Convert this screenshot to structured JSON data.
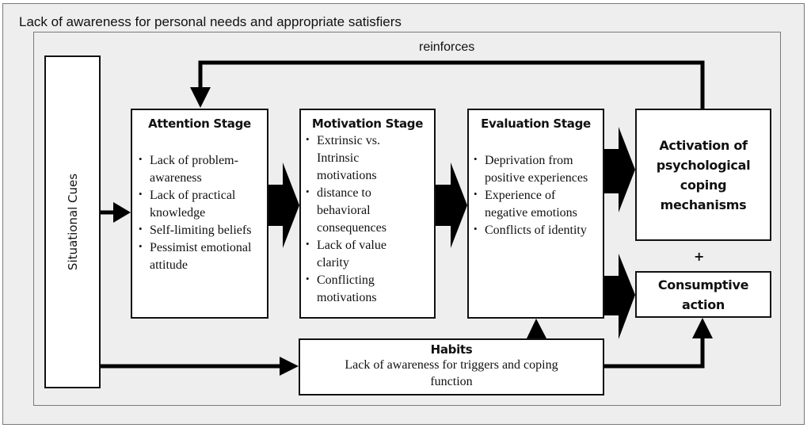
{
  "outer": {
    "title": "Lack of awareness for personal needs and appropriate satisfiers"
  },
  "situational_cues": {
    "label": "Situational Cues"
  },
  "feedback": {
    "label": "reinforces"
  },
  "stages": [
    {
      "title": "Attention Stage",
      "items": [
        "Lack of problem-awareness",
        "Lack of practical knowledge",
        "Self-limiting beliefs",
        "Pessimist emotional attitude"
      ]
    },
    {
      "title": "Motivation Stage",
      "items": [
        "Extrinsic vs. Intrinsic motivations",
        "distance to behavioral consequences",
        "Lack of value clarity",
        "Conflicting motivations"
      ]
    },
    {
      "title": "Evaluation Stage",
      "items": [
        "Deprivation from positive experiences",
        "Experience of negative emotions",
        "Conflicts of identity"
      ]
    }
  ],
  "outcomes": {
    "activation": "Activation of psychological coping mechanisms",
    "plus": "+",
    "consumptive": "Consumptive action"
  },
  "habits": {
    "title": "Habits",
    "text": "Lack of awareness for triggers and coping function"
  },
  "colors": {
    "background": "#eeeeee",
    "box_fill": "#ffffff",
    "stroke": "#111111",
    "frame_border": "#7a7a7a"
  }
}
